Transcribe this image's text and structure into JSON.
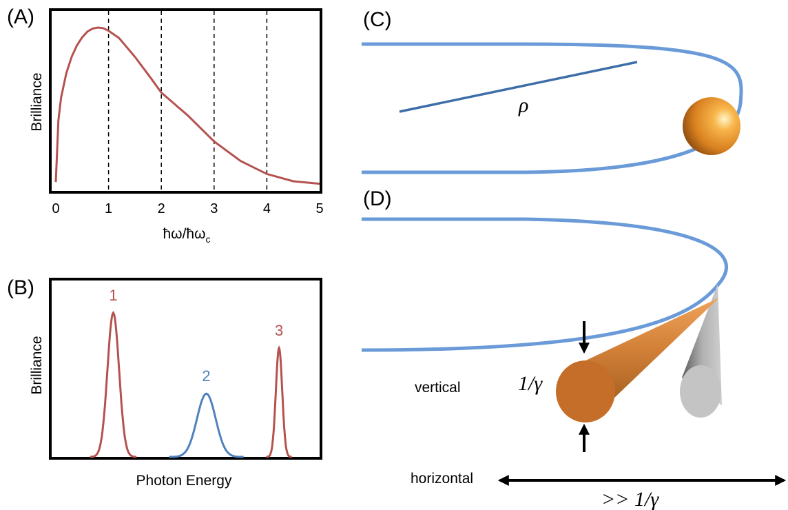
{
  "panels": {
    "a": {
      "letter": "(A)",
      "ylabel": "Brilliance",
      "xlabel": "ħω/ħω",
      "xlabel_sub": "c",
      "xticks": [
        "0",
        "1",
        "2",
        "3",
        "4",
        "5"
      ],
      "dashed_lines_at": [
        1,
        2,
        3,
        4
      ]
    },
    "b": {
      "letter": "(B)",
      "ylabel": "Brilliance",
      "xlabel": "Photon Energy",
      "peaks": [
        {
          "label": "1",
          "color": "#b5524f"
        },
        {
          "label": "2",
          "color": "#4f81bd"
        },
        {
          "label": "3",
          "color": "#b5524f"
        }
      ]
    },
    "c": {
      "letter": "(C)",
      "radius_label": "ρ"
    },
    "d": {
      "letter": "(D)",
      "vertical_label": "vertical",
      "horizontal_label": "horizontal",
      "divergence_label": "1/γ",
      "horizontal_divergence_label": ">> 1/γ"
    }
  },
  "chart_data": [
    {
      "type": "line",
      "title": "",
      "xlabel": "ħω/ħωc",
      "ylabel": "Brilliance",
      "xlim": [
        0,
        5
      ],
      "xticks": [
        0,
        1,
        2,
        3,
        4,
        5
      ],
      "grid": false,
      "series": [
        {
          "color": "#b5524f",
          "x": [
            0,
            0.05,
            0.1,
            0.2,
            0.3,
            0.4,
            0.5,
            0.6,
            0.7,
            0.8,
            0.9,
            1.0,
            1.2,
            1.5,
            1.8,
            2.0,
            2.5,
            3.0,
            3.5,
            4.0,
            4.5,
            5.0
          ],
          "y": [
            0.05,
            0.43,
            0.57,
            0.72,
            0.82,
            0.89,
            0.94,
            0.976,
            0.994,
            1.0,
            0.996,
            0.98,
            0.935,
            0.82,
            0.69,
            0.6,
            0.46,
            0.3,
            0.18,
            0.1,
            0.055,
            0.04
          ]
        }
      ]
    },
    {
      "type": "line",
      "title": "",
      "xlabel": "Photon Energy",
      "ylabel": "Brilliance",
      "grid": false,
      "series": [
        {
          "name": "1",
          "color": "#b5524f",
          "center": 1.0,
          "height": 0.82,
          "width": 0.1
        },
        {
          "name": "2",
          "color": "#4f81bd",
          "center": 2.6,
          "height": 0.36,
          "width": 0.16
        },
        {
          "name": "3",
          "color": "#b5524f",
          "center": 3.85,
          "height": 0.62,
          "width": 0.055
        }
      ],
      "xlim": [
        0,
        4.5
      ],
      "ylim": [
        0,
        1
      ]
    }
  ]
}
